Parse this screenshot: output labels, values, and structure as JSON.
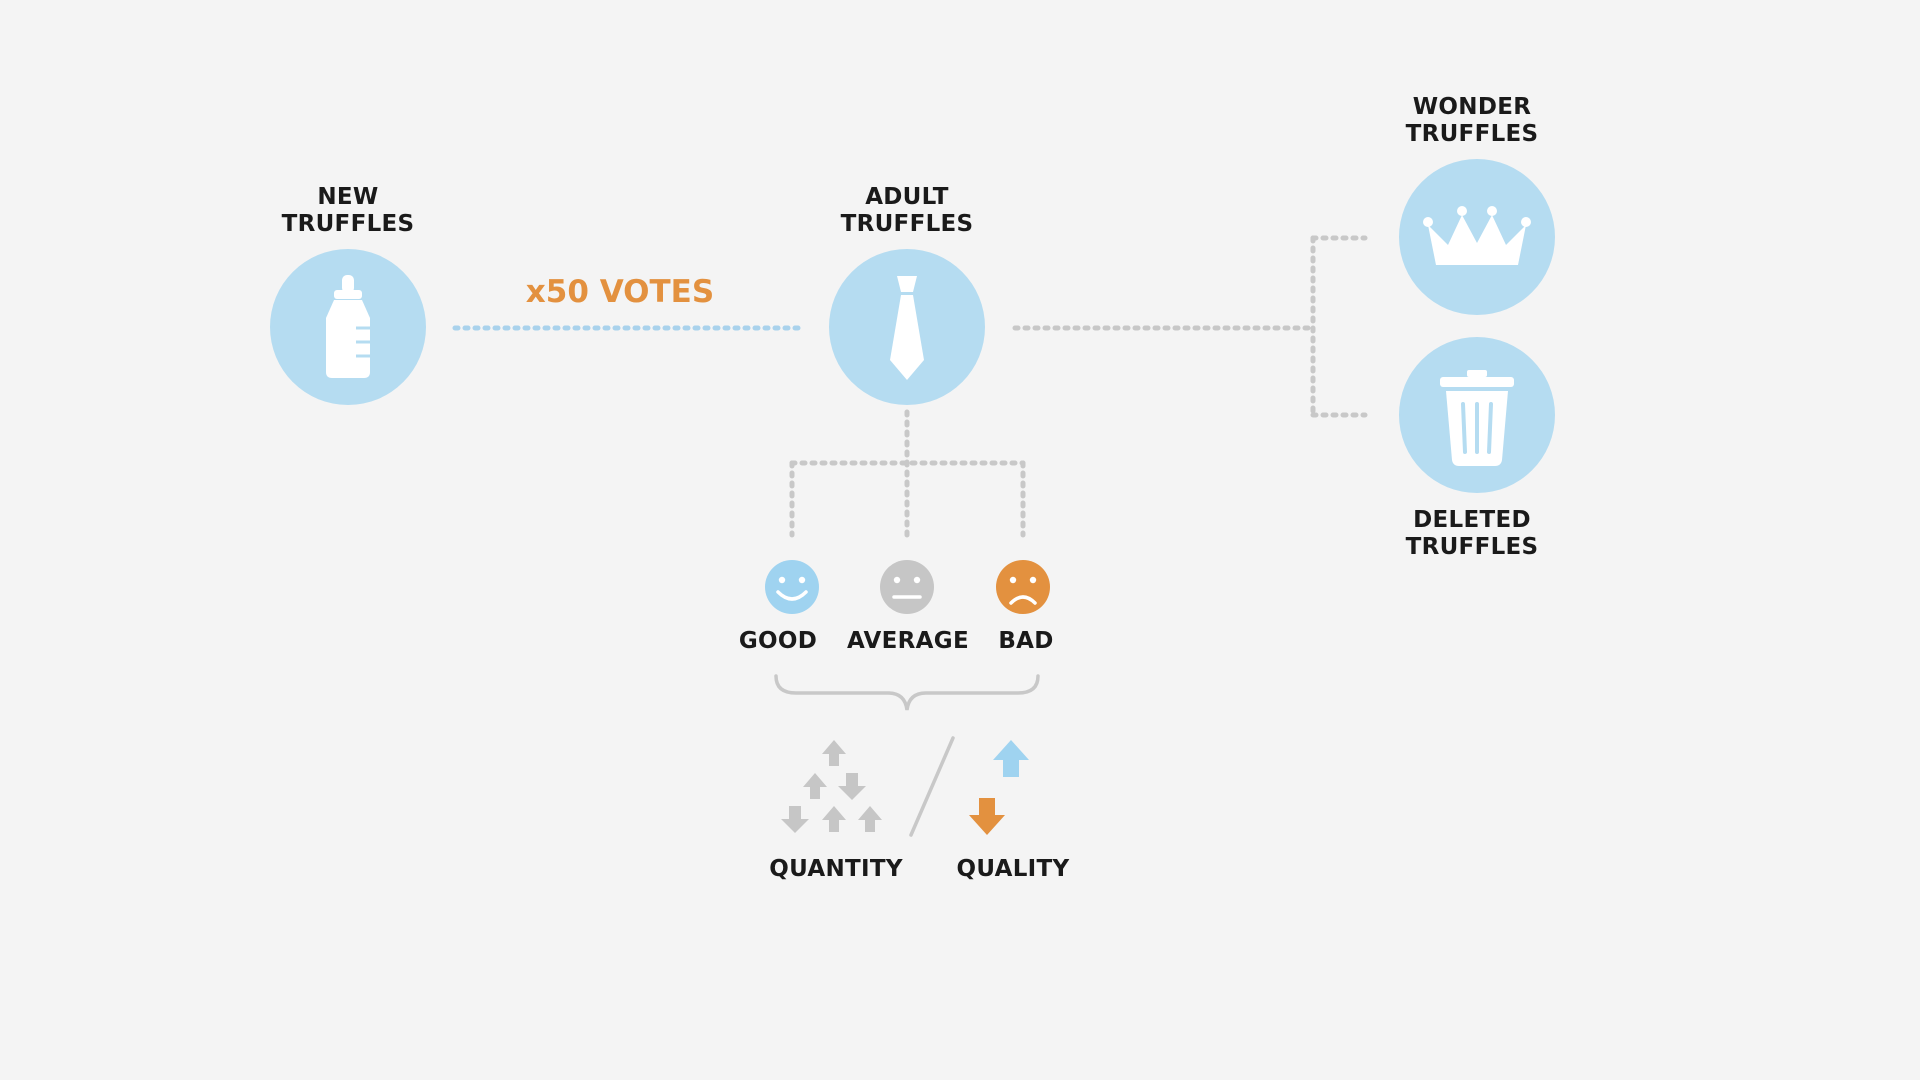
{
  "colors": {
    "background": "#f4f4f4",
    "node_fill": "#b5dcf1",
    "icon_white": "#ffffff",
    "connector_gray": "#c8c8c8",
    "connector_blue": "#a9d2ec",
    "good_blue": "#9fd3f0",
    "average_gray": "#c6c6c6",
    "bad_orange": "#e3913f",
    "text_dark": "#1a1a1a"
  },
  "nodes": {
    "new": {
      "label_line1": "NEW",
      "label_line2": "TRUFFLES",
      "icon": "baby-bottle-icon"
    },
    "adult": {
      "label_line1": "ADULT",
      "label_line2": "TRUFFLES",
      "icon": "necktie-icon"
    },
    "wonder": {
      "label_line1": "WONDER",
      "label_line2": "TRUFFLES",
      "icon": "crown-icon"
    },
    "deleted": {
      "label_line1": "DELETED",
      "label_line2": "TRUFFLES",
      "icon": "trash-can-icon"
    }
  },
  "votes_label": "x50 VOTES",
  "ratings": {
    "good": {
      "label": "GOOD",
      "icon": "happy-face-icon"
    },
    "average": {
      "label": "AVERAGE",
      "icon": "neutral-face-icon"
    },
    "bad": {
      "label": "BAD",
      "icon": "sad-face-icon"
    }
  },
  "metrics": {
    "quantity": {
      "label": "QUANTITY",
      "icon": "many-arrows-icon"
    },
    "quality": {
      "label": "QUALITY",
      "icon": "up-down-arrows-icon"
    }
  }
}
